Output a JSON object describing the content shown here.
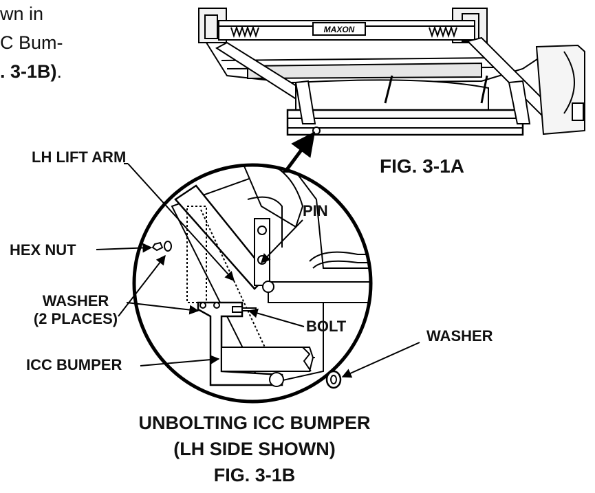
{
  "body_text": {
    "line1": "wn in",
    "line2": "C Bum-",
    "line3_prefix": ". 3-1B)",
    "line3_suffix": "."
  },
  "brand_plate": "MAXON",
  "figure_a": {
    "label": "FIG. 3-1A"
  },
  "callouts": {
    "lh_lift_arm": "LH LIFT ARM",
    "pin": "PIN",
    "hex_nut": "HEX NUT",
    "washer_2": "WASHER",
    "washer_2_places": "(2 PLACES)",
    "bolt": "BOLT",
    "washer_right": "WASHER",
    "icc_bumper": "ICC BUMPER"
  },
  "caption": {
    "line1": "UNBOLTING ICC BUMPER",
    "line2": "(LH SIDE SHOWN)",
    "line3": "FIG. 3-1B"
  }
}
